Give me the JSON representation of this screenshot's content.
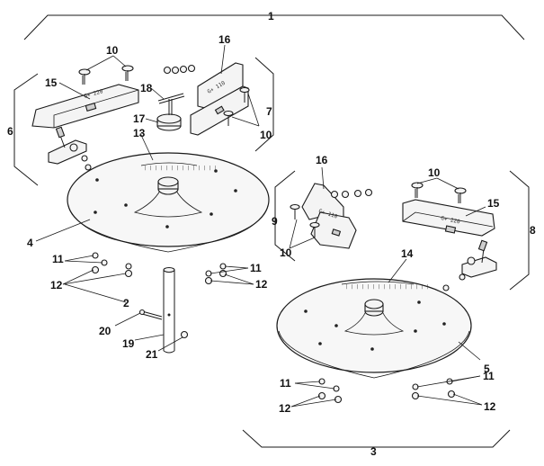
{
  "labels": {
    "l1": "1",
    "l2": "2",
    "l3": "3",
    "l4": "4",
    "l5": "5",
    "l6": "6",
    "l7": "7",
    "l8": "8",
    "l9": "9",
    "l10a": "10",
    "l10b": "10",
    "l10c": "10",
    "l10d": "10",
    "l11a": "11",
    "l11b": "11",
    "l11c": "11",
    "l11d": "11",
    "l12a": "12",
    "l12b": "12",
    "l12c": "12",
    "l12d": "12",
    "l13": "13",
    "l14": "14",
    "l15a": "15",
    "l15b": "15",
    "l16a": "16",
    "l16b": "16",
    "l17": "17",
    "l18": "18",
    "l19": "19",
    "l20": "20",
    "l21": "21"
  },
  "stamps": {
    "blade_left": "G+ 220",
    "bracket_left": "G+ 110",
    "bracket_right": "G+ 110",
    "blade_right": "G+ 220"
  }
}
